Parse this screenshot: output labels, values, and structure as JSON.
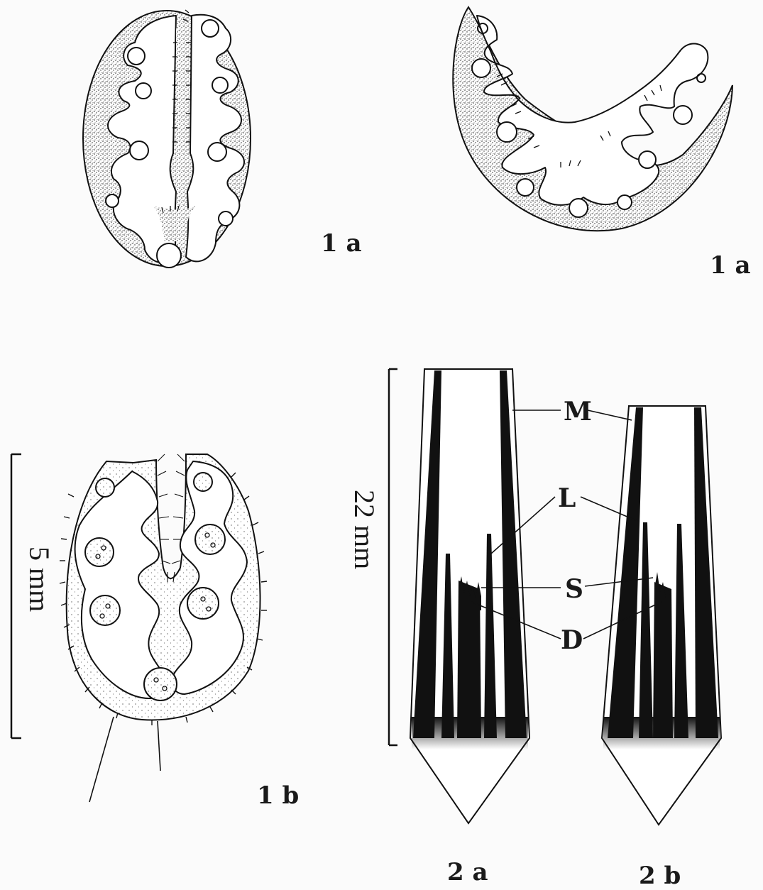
{
  "figure_labels": {
    "fig_1a_left": "1 a",
    "fig_1a_right": "1 a",
    "fig_1b": "1 b",
    "fig_2a": "2 a",
    "fig_2b": "2 b"
  },
  "scale_bars": {
    "fig_1b": "5  mm",
    "fig_2": "22  mm"
  },
  "part_labels": {
    "M": "M",
    "L": "L",
    "S": "S",
    "D": "D"
  },
  "colors": {
    "ink": "#1a1a1a",
    "paper": "#fbfbfb"
  }
}
